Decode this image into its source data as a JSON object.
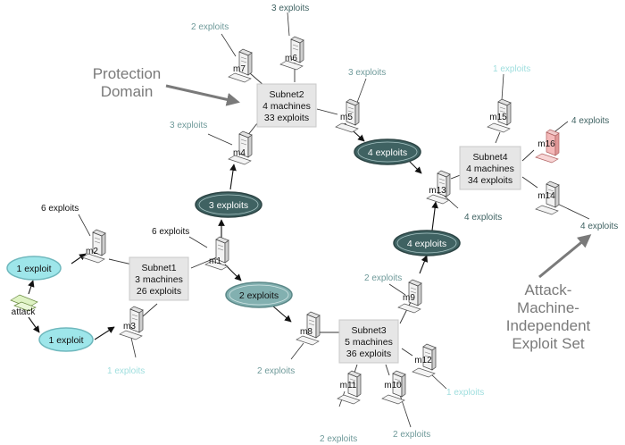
{
  "colors": {
    "exploit_dark": "#3f6262",
    "exploit_mid": "#6f9a9a",
    "exploit_light": "#9fdede",
    "oval_dark": "#3f6262",
    "oval_mid": "#82b0b0",
    "oval_light": "#9ee6ea",
    "arrow": "#111111",
    "callout": "#7a7a7a",
    "subnet_box": "#e6e6e6",
    "highlight_machine": "#f4b9b9"
  },
  "callouts": {
    "protection_domain": [
      "Protection",
      "Domain"
    ],
    "attack_machine_independent": [
      "Attack-",
      "Machine-",
      "Independent",
      "Exploit Set"
    ]
  },
  "subnets": [
    {
      "id": "subnet1",
      "lines": [
        "Subnet1",
        "3 machines",
        "26 exploits"
      ]
    },
    {
      "id": "subnet2",
      "lines": [
        "Subnet2",
        "4 machines",
        "33 exploits"
      ]
    },
    {
      "id": "subnet3",
      "lines": [
        "Subnet3",
        "5 machines",
        "36 exploits"
      ]
    },
    {
      "id": "subnet4",
      "lines": [
        "Subnet4",
        "4 machines",
        "34 exploits"
      ]
    }
  ],
  "machines": [
    {
      "id": "attack",
      "label": "attack",
      "icon": "attacker-computer-icon"
    },
    {
      "id": "m1",
      "label": "m1",
      "icon": "computer-icon"
    },
    {
      "id": "m2",
      "label": "m2",
      "icon": "computer-icon"
    },
    {
      "id": "m3",
      "label": "m3",
      "icon": "computer-icon"
    },
    {
      "id": "m4",
      "label": "m4",
      "icon": "computer-icon"
    },
    {
      "id": "m5",
      "label": "m5",
      "icon": "computer-icon"
    },
    {
      "id": "m6",
      "label": "m6",
      "icon": "computer-icon"
    },
    {
      "id": "m7",
      "label": "m7",
      "icon": "computer-icon"
    },
    {
      "id": "m8",
      "label": "m8",
      "icon": "computer-icon"
    },
    {
      "id": "m9",
      "label": "m9",
      "icon": "computer-icon"
    },
    {
      "id": "m10",
      "label": "m10",
      "icon": "computer-icon"
    },
    {
      "id": "m11",
      "label": "m11",
      "icon": "computer-icon"
    },
    {
      "id": "m12",
      "label": "m12",
      "icon": "computer-icon"
    },
    {
      "id": "m13",
      "label": "m13",
      "icon": "computer-icon"
    },
    {
      "id": "m14",
      "label": "m14",
      "icon": "computer-icon"
    },
    {
      "id": "m15",
      "label": "m15",
      "icon": "computer-icon"
    },
    {
      "id": "m16",
      "label": "m16",
      "icon": "target-computer-icon"
    }
  ],
  "ovals": [
    {
      "id": "oval-attack-m2",
      "text": "1 exploit",
      "tone": "light"
    },
    {
      "id": "oval-attack-m3",
      "text": "1 exploit",
      "tone": "light"
    },
    {
      "id": "oval-m1-m4",
      "text": "3 exploits",
      "tone": "dark"
    },
    {
      "id": "oval-m1-m8",
      "text": "2 exploits",
      "tone": "mid"
    },
    {
      "id": "oval-m5-m13",
      "text": "4 exploits",
      "tone": "dark"
    },
    {
      "id": "oval-m9-m13",
      "text": "4 exploits",
      "tone": "dark"
    }
  ],
  "exploit_labels": [
    {
      "id": "m2",
      "text": "6 exploits",
      "tone": "black"
    },
    {
      "id": "m1",
      "text": "6 exploits",
      "tone": "black"
    },
    {
      "id": "m3",
      "text": "1 exploits",
      "tone": "light"
    },
    {
      "id": "m4",
      "text": "3 exploits",
      "tone": "mid"
    },
    {
      "id": "m7",
      "text": "2 exploits",
      "tone": "mid"
    },
    {
      "id": "m6",
      "text": "3 exploits",
      "tone": "dark"
    },
    {
      "id": "m5",
      "text": "3 exploits",
      "tone": "mid"
    },
    {
      "id": "m8",
      "text": "2 exploits",
      "tone": "mid"
    },
    {
      "id": "m9",
      "text": "2 exploits",
      "tone": "mid"
    },
    {
      "id": "m11",
      "text": "2 exploits",
      "tone": "mid"
    },
    {
      "id": "m10",
      "text": "2 exploits",
      "tone": "mid"
    },
    {
      "id": "m12",
      "text": "1 exploits",
      "tone": "light"
    },
    {
      "id": "m13",
      "text": "4 exploits",
      "tone": "dark"
    },
    {
      "id": "m15",
      "text": "1 exploits",
      "tone": "light"
    },
    {
      "id": "m16",
      "text": "4 exploits",
      "tone": "dark"
    },
    {
      "id": "m14",
      "text": "4 exploits",
      "tone": "dark"
    }
  ]
}
